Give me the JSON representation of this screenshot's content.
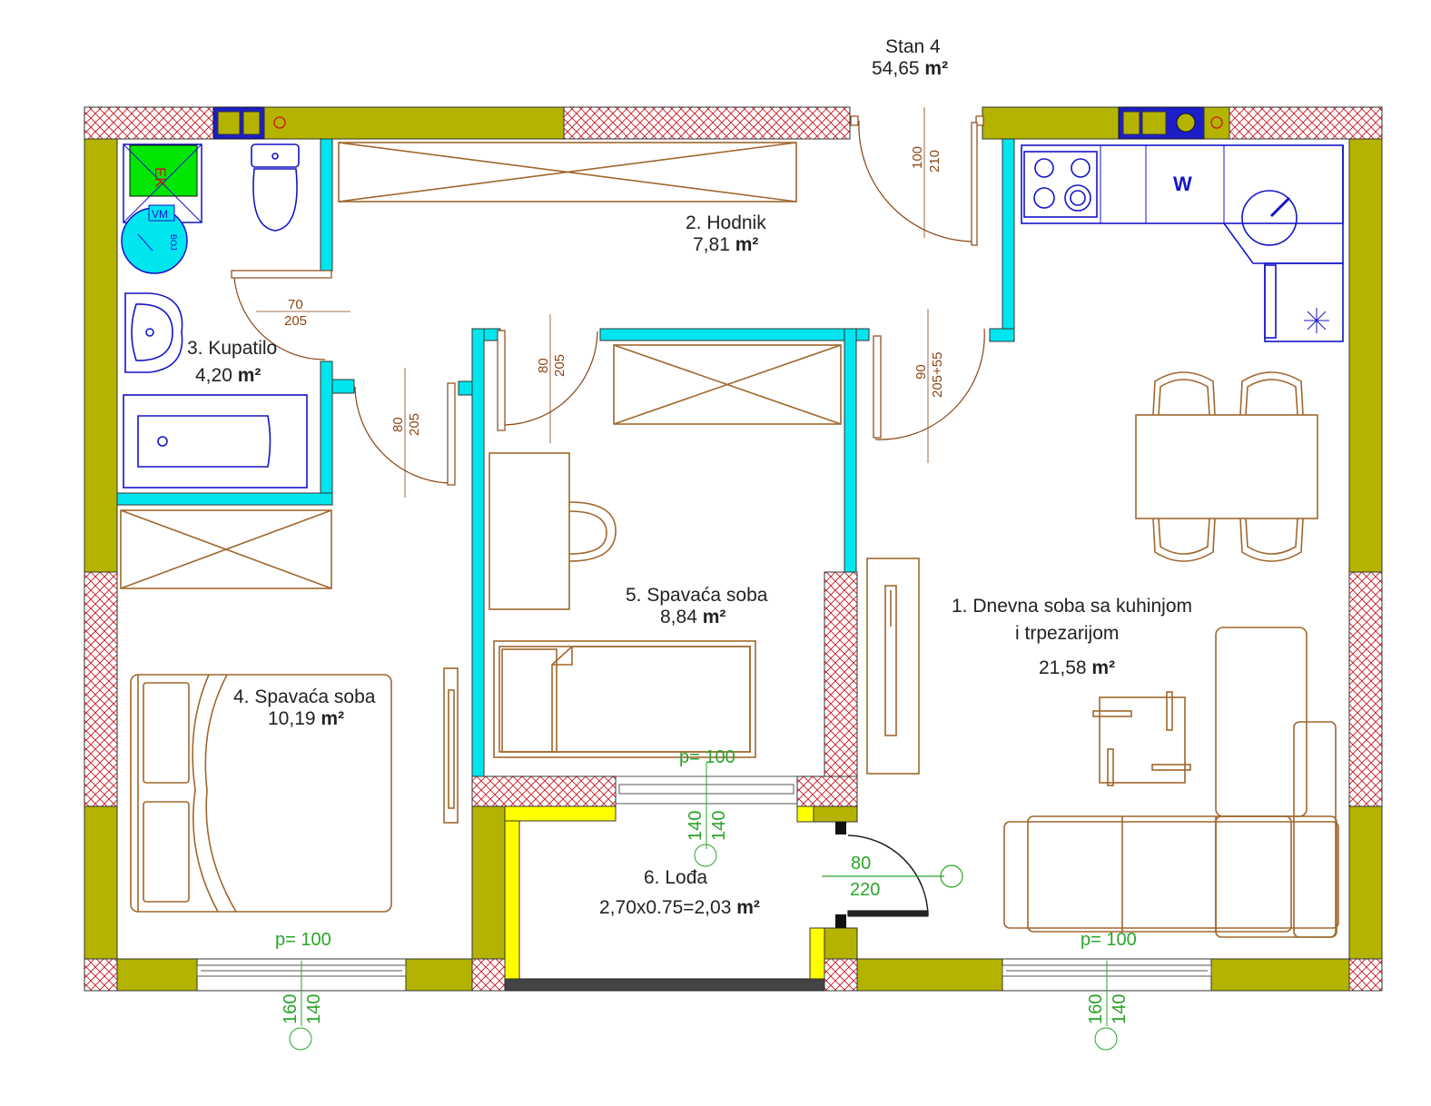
{
  "apartment": {
    "name": "Stan 4",
    "area": "54,65",
    "unit": "m²"
  },
  "rooms": [
    {
      "label": "1. Dnevna soba sa kuhinjom",
      "label2": "i trpezarijom",
      "area": "21,58"
    },
    {
      "label": "2. Hodnik",
      "area": "7,81"
    },
    {
      "label": "3. Kupatilo",
      "area": "4,20"
    },
    {
      "label": "4. Spavaća soba",
      "area": "10,19"
    },
    {
      "label": "5. Spavaća soba",
      "area": "8,84"
    },
    {
      "label": "6. Lođa",
      "area": "2,70x0.75=2,03"
    }
  ],
  "doors": [
    {
      "width": "100",
      "height": "210"
    },
    {
      "width": "70",
      "height": "205"
    },
    {
      "width": "80",
      "height": "205"
    },
    {
      "width": "80",
      "height": "205"
    },
    {
      "width": "90",
      "height": "205+55"
    },
    {
      "width": "80",
      "height": "220"
    }
  ],
  "windows": [
    {
      "parapet": "p= 100",
      "width": "160",
      "height": "140"
    },
    {
      "parapet": "p= 100",
      "width": "160",
      "height": "140"
    },
    {
      "parapet": "p= 100",
      "width": "140",
      "height": "140"
    }
  ],
  "fixtures": {
    "electric_heater": "EK",
    "washing_machine": "VM",
    "heater_sign": "BOJ",
    "washer_w": "W"
  },
  "colors": {
    "wall_olive": "#b4b400",
    "wall_cyan": "#00e5ee",
    "hatch_red": "#c8141e",
    "loggia_yellow": "#ffff00",
    "furniture": "#a0672d",
    "fixture_blue": "#1414c8",
    "dimension_green": "#2aa52a"
  }
}
